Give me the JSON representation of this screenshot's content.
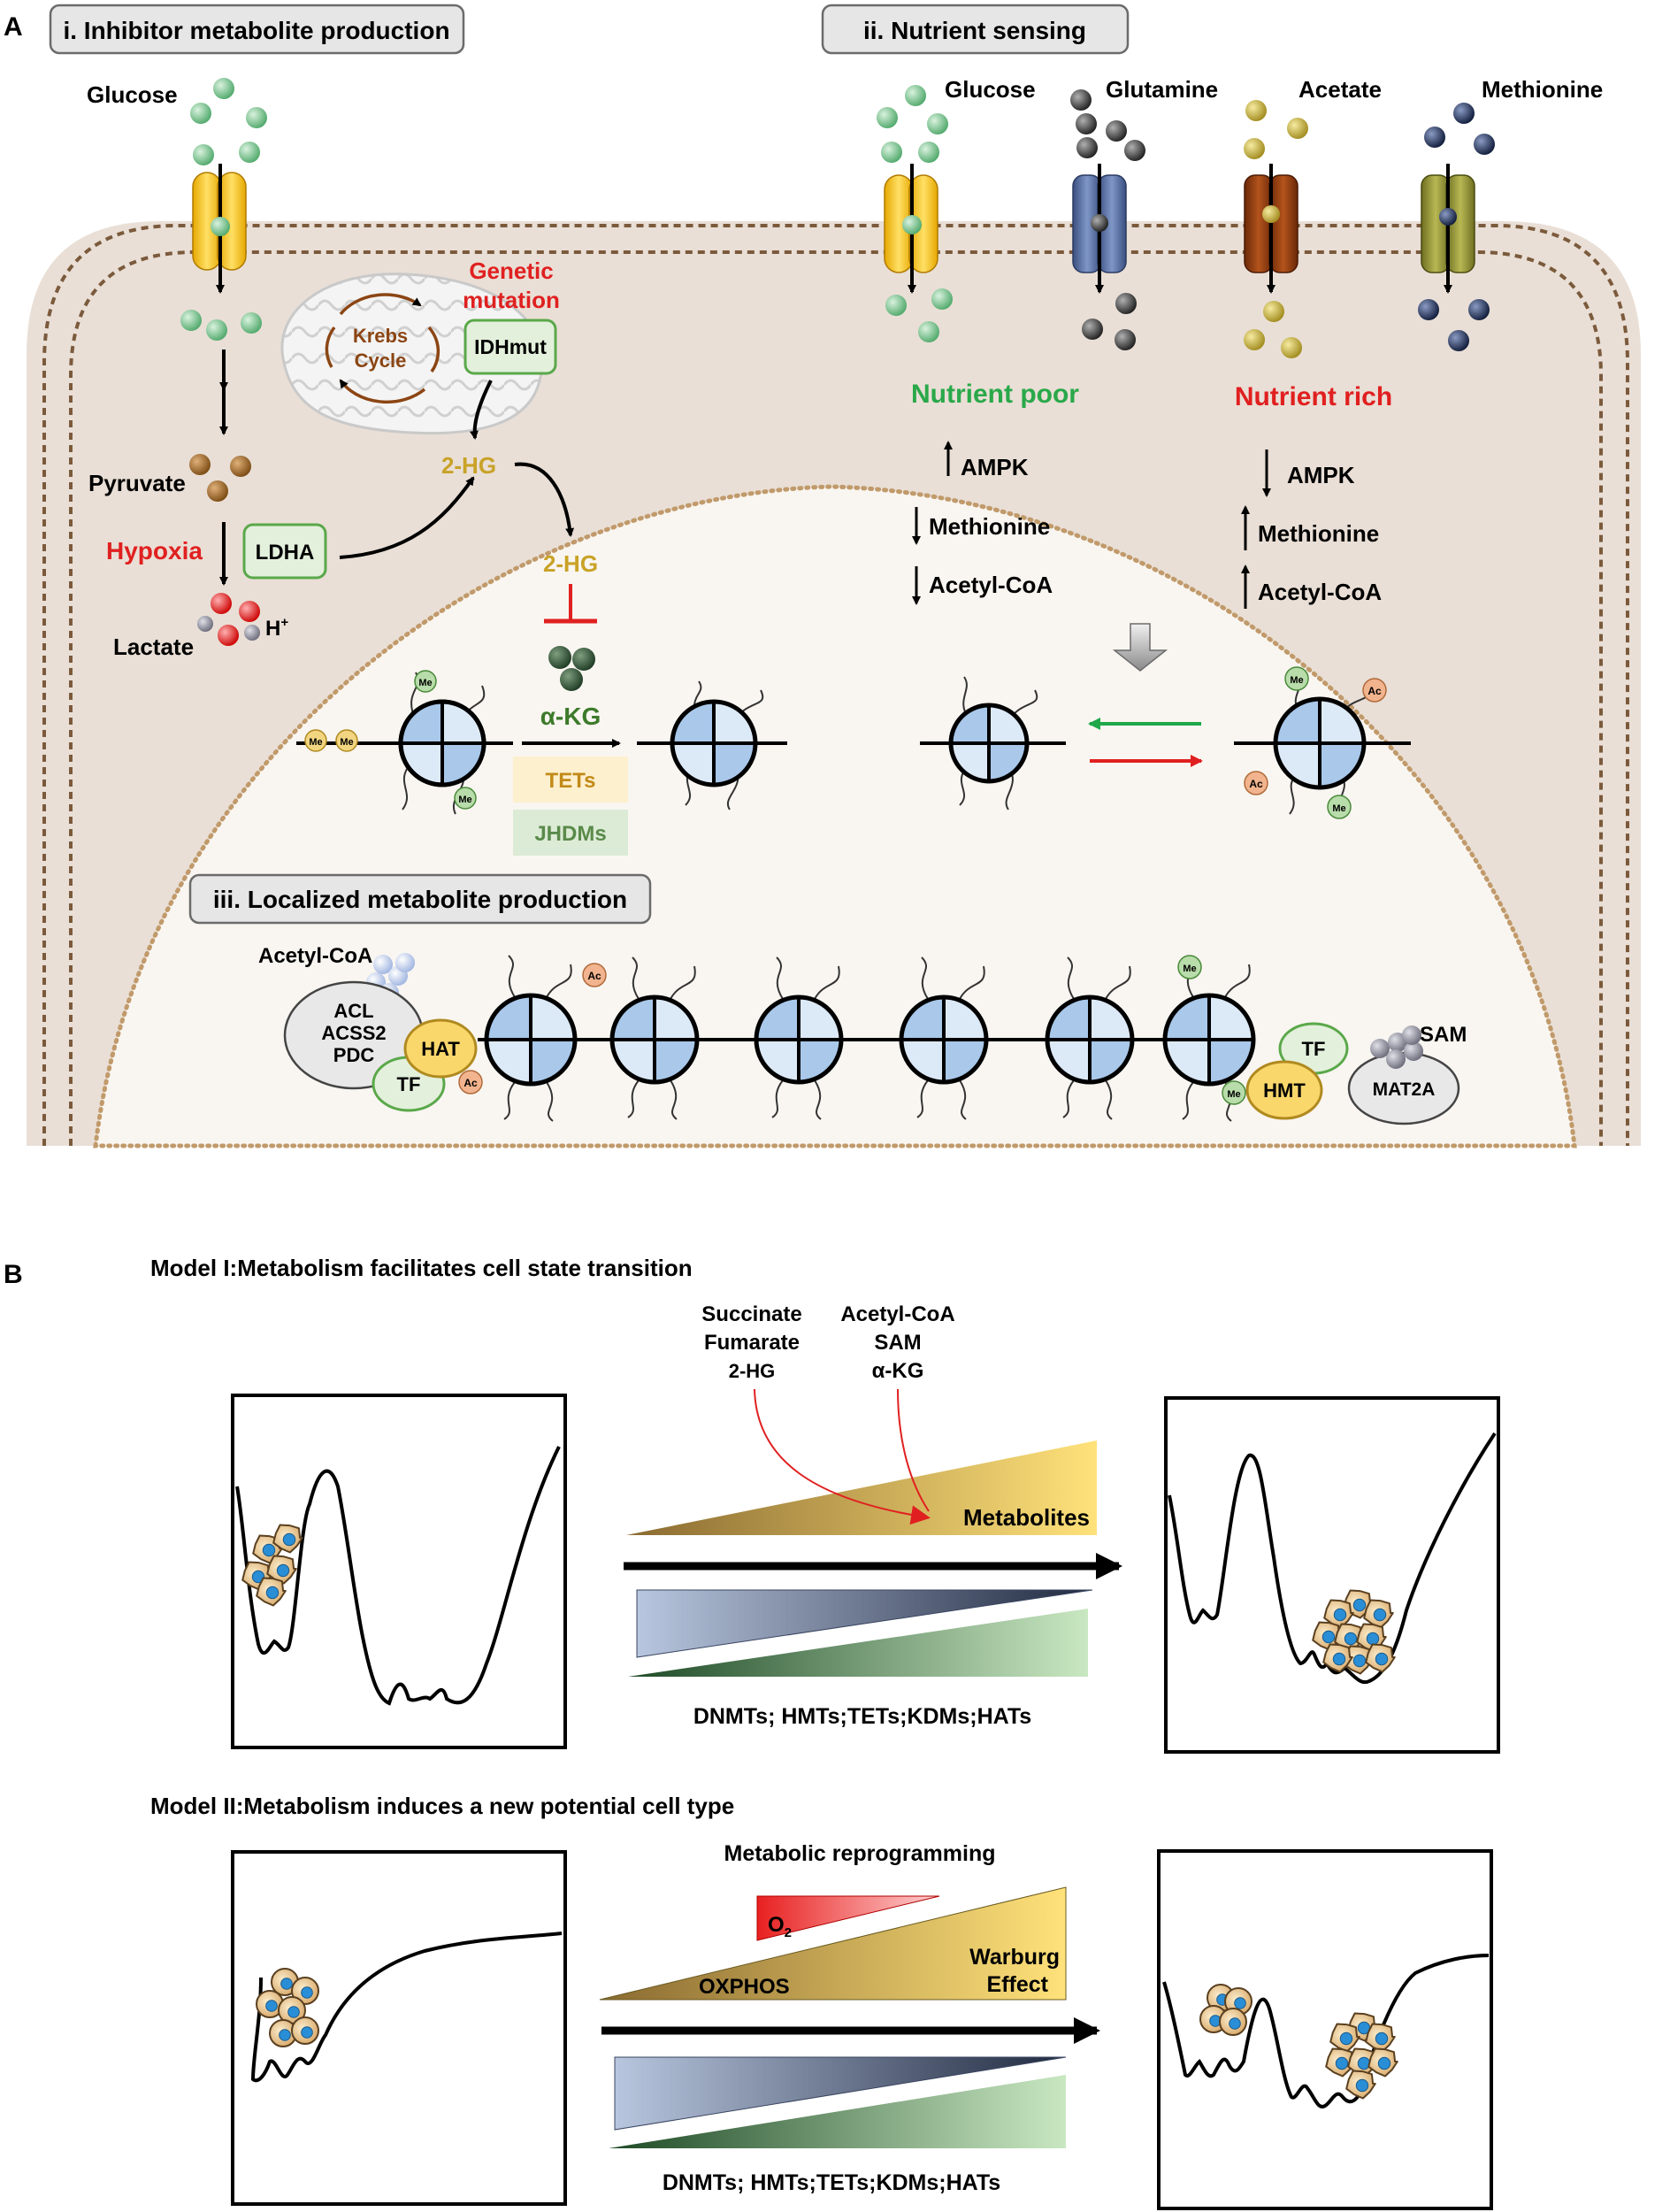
{
  "panelA": {
    "letter": "A",
    "section_i": "i. Inhibitor metabolite production",
    "section_ii": "ii. Nutrient sensing",
    "section_iii": "iii. Localized metabolite production",
    "glucose": "Glucose",
    "pyruvate": "Pyruvate",
    "lactate": "Lactate",
    "hplus": "H",
    "hplus_sup": "+",
    "hypoxia": "Hypoxia",
    "ldha": "LDHA",
    "krebs_1": "Krebs",
    "krebs_2": "Cycle",
    "genetic_1": "Genetic",
    "genetic_2": "mutation",
    "idhmut": "IDHmut",
    "twohg": "2-HG",
    "akg": "α-KG",
    "tets": "TETs",
    "jhdms": "JHDMs",
    "me": "Me",
    "ac": "Ac",
    "ns_glucose": "Glucose",
    "ns_glutamine": "Glutamine",
    "ns_acetate": "Acetate",
    "ns_methionine": "Methionine",
    "nutrient_poor": "Nutrient poor",
    "nutrient_rich": "Nutrient rich",
    "ampk": "AMPK",
    "methionine": "Methionine",
    "acetylcoa": "Acetyl-CoA",
    "loc_acetylcoa": "Acetyl-CoA",
    "acl": "ACL",
    "acss2": "ACSS2",
    "pdc": "PDC",
    "hat": "HAT",
    "tf": "TF",
    "hmt": "HMT",
    "mat2a": "MAT2A",
    "sam": "SAM"
  },
  "panelB": {
    "letter": "B",
    "model1_title": "Model I:Metabolism facilitates cell state transition",
    "model2_title": "Model II:Metabolism induces a new potential cell type",
    "m1_left_list": [
      "Succinate",
      "Fumarate",
      "2-HG"
    ],
    "m1_right_list": [
      "Acetyl-CoA",
      "SAM",
      "α-KG"
    ],
    "metabolites": "Metabolites",
    "enzymes": "DNMTs; HMTs;TETs;KDMs;HATs",
    "metabolic_reprogramming": "Metabolic reprogramming",
    "o2": "O",
    "o2_sub": "2",
    "oxphos": "OXPHOS",
    "warburg_1": "Warburg",
    "warburg_2": "Effect",
    "enzymes2": "DNMTs; HMTs;TETs;KDMs;HATs"
  },
  "colors": {
    "glucose": "#7fc98f",
    "glutamine": "#3a3a3a",
    "acetate": "#c8b43a",
    "methionine": "#1f2a4a",
    "transporter_yellow": "#f3c21b",
    "transporter_blue": "#5b72a6",
    "transporter_brown": "#8b3a0f",
    "transporter_olive": "#9a9a3c",
    "red_label": "#e02020",
    "green_label": "#2aa84a",
    "gold_label": "#c9a227",
    "krebs": "#8b4513",
    "nucleosome": "#a9c8ea"
  },
  "icons": [
    "transporter-icon",
    "mitochondrion-icon",
    "nucleosome-icon",
    "cell-cluster-icon"
  ]
}
